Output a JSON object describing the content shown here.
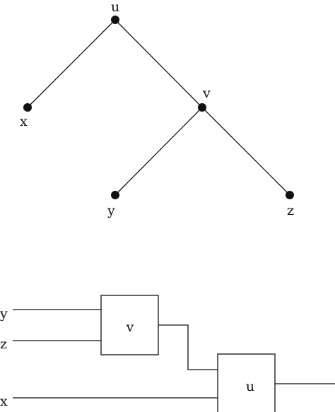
{
  "tree": {
    "nodes": {
      "u": "u",
      "v": "v",
      "x": "x",
      "y": "y",
      "z": "z"
    },
    "edges": [
      [
        "u",
        "x"
      ],
      [
        "u",
        "v"
      ],
      [
        "v",
        "y"
      ],
      [
        "v",
        "z"
      ]
    ]
  },
  "circuit": {
    "gate_v": "v",
    "gate_u": "u",
    "inputs": {
      "y": "y",
      "z": "z",
      "x": "x"
    }
  }
}
